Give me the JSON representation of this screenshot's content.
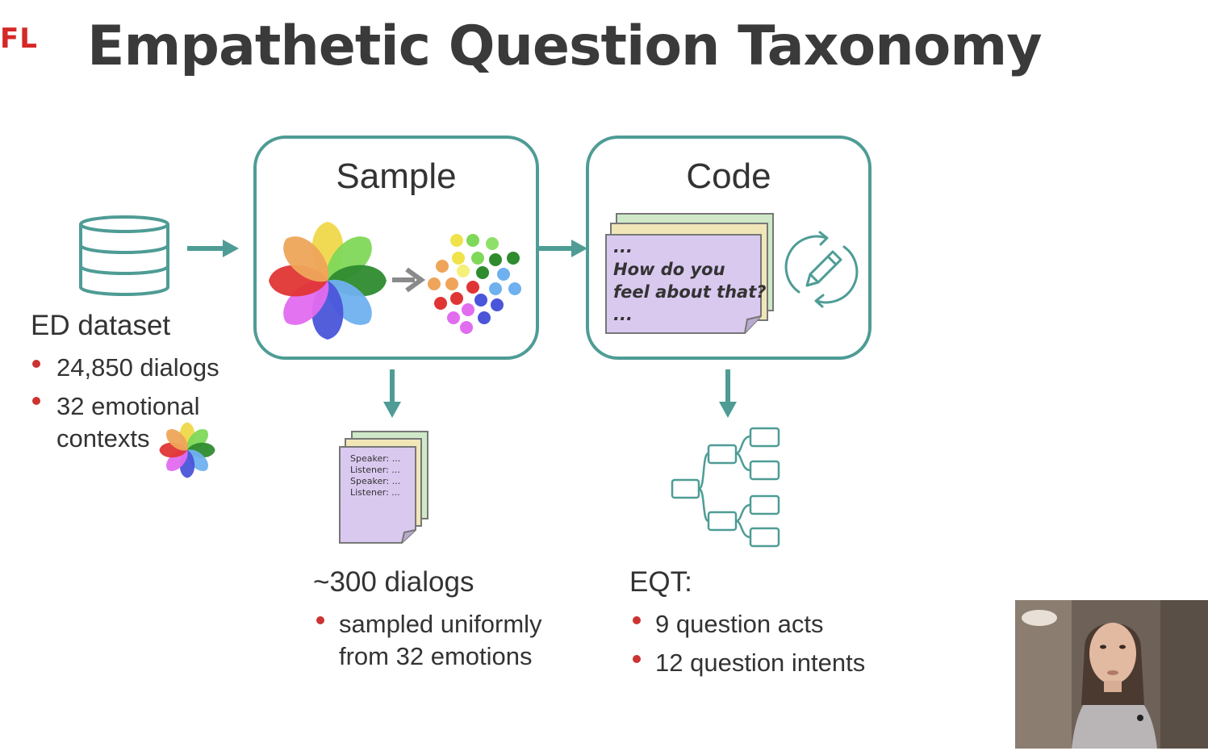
{
  "slide": {
    "logo": "FL",
    "title": "Empathetic Question Taxonomy"
  },
  "dataset": {
    "name": "ED dataset",
    "bullets": [
      "24,850 dialogs",
      "32 emotional",
      "contexts"
    ]
  },
  "sample": {
    "box_title": "Sample",
    "result_title": "~300 dialogs",
    "result_lines": [
      "sampled uniformly",
      "from 32 emotions"
    ],
    "doc_lines": [
      "Speaker: ...",
      "Listener: ...",
      "Speaker: ...",
      "Listener: ..."
    ]
  },
  "code": {
    "box_title": "Code",
    "note_lines": [
      "...",
      "How do you",
      "feel about that?",
      "..."
    ],
    "result_title": "EQT:",
    "result_bullets": [
      "9 question acts",
      "12 question intents"
    ]
  },
  "colors": {
    "accent": "#4e9c95",
    "bullet": "#cc3333",
    "note": "#d9c9ef",
    "petals": [
      "#f0d84a",
      "#7fd858",
      "#2e8b2e",
      "#6fb1ef",
      "#4a55d9",
      "#e26cf0",
      "#e03535",
      "#eea55a"
    ]
  }
}
